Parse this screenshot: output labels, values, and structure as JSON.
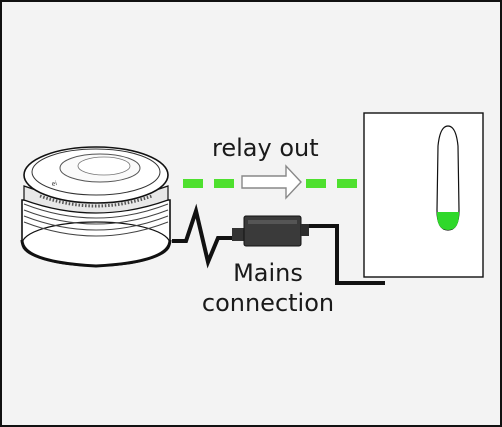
{
  "colors": {
    "background": "#f3f3f3",
    "border": "#111111",
    "relay_signal": "#4ee02e",
    "led": "#2fd82a",
    "cable": "#111111",
    "adapter": "#333333"
  },
  "labels": {
    "relay": "relay out",
    "mains_line1": "Mains",
    "mains_line2": "connection"
  },
  "icons": {
    "detector": "smoke-detector-device",
    "arrow": "right-arrow-outline",
    "adapter": "mains-adapter-plug",
    "relay_unit": "wall-relay-unit"
  }
}
